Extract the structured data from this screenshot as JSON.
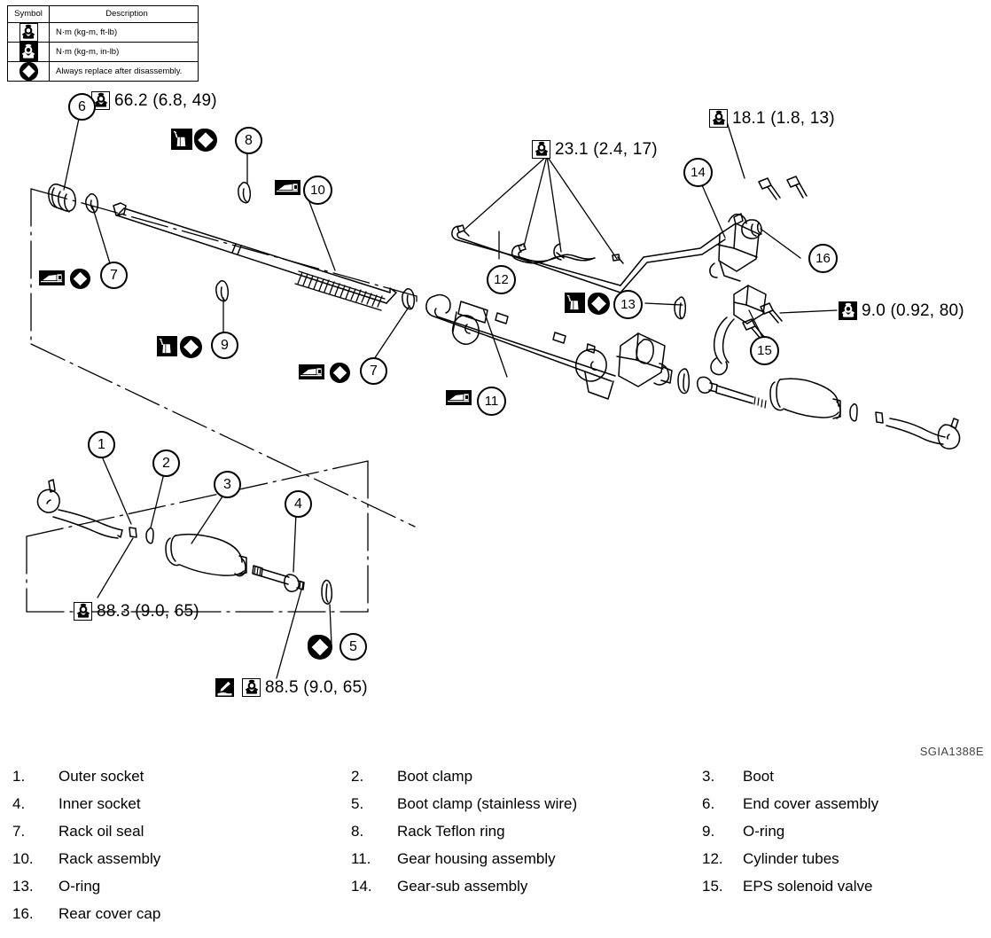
{
  "legend": {
    "headers": [
      "Symbol",
      "Description"
    ],
    "rows": [
      {
        "icon": "torque-wrench-icon",
        "description": "N·m (kg-m, ft-lb)"
      },
      {
        "icon": "torque-wrench-inverted-icon",
        "description": "N·m (kg-m, in-lb)"
      },
      {
        "icon": "replace-after-disassembly-icon",
        "description": "Always replace after disassembly."
      }
    ]
  },
  "torque_callouts": [
    {
      "id": "tq-66",
      "icon": "torque-wrench-icon",
      "value": "66.2 (6.8, 49)"
    },
    {
      "id": "tq-23",
      "icon": "torque-wrench-icon",
      "value": "23.1 (2.4, 17)"
    },
    {
      "id": "tq-18",
      "icon": "torque-wrench-icon",
      "value": "18.1 (1.8, 13)"
    },
    {
      "id": "tq-9",
      "icon": "torque-wrench-inverted-icon",
      "value": "9.0 (0.92, 80)"
    },
    {
      "id": "tq-883",
      "icon": "torque-wrench-icon",
      "value": "88.3 (9.0, 65)"
    },
    {
      "id": "tq-885",
      "icon": "torque-wrench-icon",
      "prefix_icon": "sealant-icon",
      "value": "88.5 (9.0, 65)"
    }
  ],
  "balloons": [
    {
      "n": "1"
    },
    {
      "n": "2"
    },
    {
      "n": "3"
    },
    {
      "n": "4"
    },
    {
      "n": "5"
    },
    {
      "n": "6"
    },
    {
      "n": "7"
    },
    {
      "n": "7"
    },
    {
      "n": "8"
    },
    {
      "n": "9"
    },
    {
      "n": "10"
    },
    {
      "n": "11"
    },
    {
      "n": "12"
    },
    {
      "n": "13"
    },
    {
      "n": "14"
    },
    {
      "n": "15"
    },
    {
      "n": "16"
    }
  ],
  "balloon_labels": {
    "b1": "1",
    "b2": "2",
    "b3": "3",
    "b4": "4",
    "b5": "5",
    "b6": "6",
    "b7a": "7",
    "b7b": "7",
    "b8": "8",
    "b9": "9",
    "b10": "10",
    "b11": "11",
    "b12": "12",
    "b13": "13",
    "b14": "14",
    "b15": "15",
    "b16": "16"
  },
  "figure_code": "SGIA1388E",
  "parts_list": [
    [
      {
        "num": "1.",
        "name": "Outer socket"
      },
      {
        "num": "2.",
        "name": "Boot clamp"
      },
      {
        "num": "3.",
        "name": "Boot"
      }
    ],
    [
      {
        "num": "4.",
        "name": "Inner socket"
      },
      {
        "num": "5.",
        "name": "Boot clamp (stainless wire)"
      },
      {
        "num": "6.",
        "name": "End cover assembly"
      }
    ],
    [
      {
        "num": "7.",
        "name": "Rack oil seal"
      },
      {
        "num": "8.",
        "name": "Rack Teflon ring"
      },
      {
        "num": "9.",
        "name": "O-ring"
      }
    ],
    [
      {
        "num": "10.",
        "name": "Rack assembly"
      },
      {
        "num": "11.",
        "name": "Gear housing assembly"
      },
      {
        "num": "12.",
        "name": "Cylinder tubes"
      }
    ],
    [
      {
        "num": "13.",
        "name": "O-ring"
      },
      {
        "num": "14.",
        "name": "Gear-sub assembly"
      },
      {
        "num": "15.",
        "name": "EPS solenoid valve"
      }
    ],
    [
      {
        "num": "16.",
        "name": "Rear cover cap"
      },
      {
        "num": "",
        "name": ""
      },
      {
        "num": "",
        "name": ""
      }
    ]
  ],
  "colors": {
    "ink": "#000000",
    "paper": "#ffffff",
    "figcode": "#444444"
  }
}
